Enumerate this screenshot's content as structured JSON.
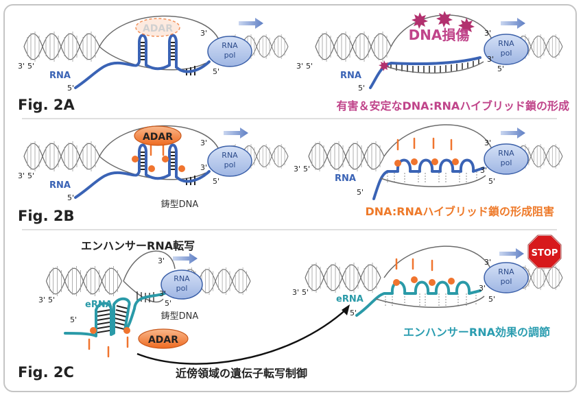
{
  "figA": {
    "label": "Fig. 2A",
    "adar": "ADAR",
    "rna_pol_1": "RNA",
    "rna_pol_2": "pol",
    "rna": "RNA",
    "five_prime": "5'",
    "three_prime": "3'",
    "dna_damage": "DNA損傷",
    "caption": "有害＆安定なDNA:RNAハイブリッド鎖の形成"
  },
  "figB": {
    "label": "Fig. 2B",
    "adar": "ADAR",
    "template_dna": "鋳型DNA",
    "caption": "DNA:RNAハイブリッド鎖の形成阻害"
  },
  "figC": {
    "label": "Fig. 2C",
    "title": "エンハンサーRNA転写",
    "erna": "eRNA",
    "template_dna": "鋳型DNA",
    "adar": "ADAR",
    "stop": "STOP",
    "caption_right": "エンハンサーRNA効果の調節",
    "caption_bottom": "近傍領域の遺伝子転写制御"
  },
  "colors": {
    "rna_blue": "#3a63b5",
    "erna_teal": "#2a9aa8",
    "dna_gray": "#7a7a7a",
    "adar_orange": "#f0742e",
    "magenta_text": "#c0448a",
    "orange_text": "#ee7a2a",
    "teal_text": "#2b9db0",
    "pol_fill": "#b7c9ec",
    "stop_red": "#d7191c"
  },
  "icons": [
    "arrow-right-icon",
    "star-damage-icon",
    "stop-sign-icon"
  ]
}
